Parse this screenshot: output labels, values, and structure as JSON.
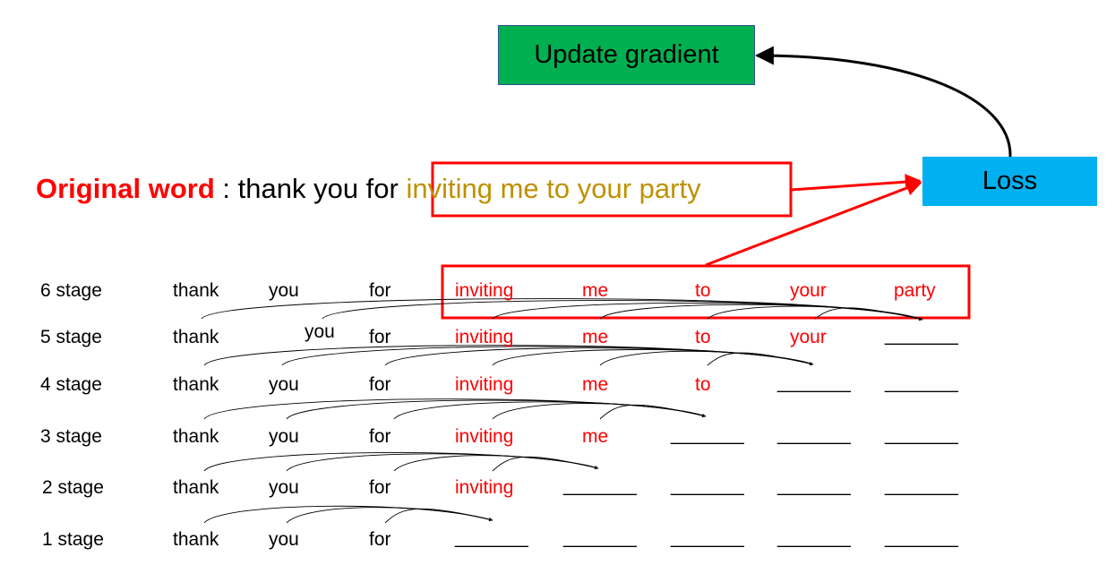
{
  "update_box": {
    "label": "Update gradient",
    "color": "#00b050"
  },
  "loss_box": {
    "label": "Loss",
    "color": "#00b0f0"
  },
  "original": {
    "label": "Original word",
    "separator": " : ",
    "plain": "thank you for ",
    "highlight": "inviting me to your party"
  },
  "colors": {
    "label_red": "#ff0000",
    "highlight_gold": "#bf9000",
    "box_outline_red": "#ff0000"
  },
  "stages": [
    {
      "label": "6 stage",
      "tokens": [
        "thank",
        "you",
        "for",
        "inviting",
        "me",
        "to",
        "your",
        "party"
      ]
    },
    {
      "label": "5 stage",
      "tokens": [
        "thank",
        "you",
        "for",
        "inviting",
        "me",
        "to",
        "your",
        "_______"
      ]
    },
    {
      "label": "4 stage",
      "tokens": [
        "thank",
        "you",
        "for",
        "inviting",
        "me",
        "to",
        "_______",
        "_______"
      ]
    },
    {
      "label": "3 stage",
      "tokens": [
        "thank",
        "you",
        "for",
        "inviting",
        "me",
        "_______",
        "_______",
        "_______"
      ]
    },
    {
      "label": "2 stage",
      "tokens": [
        "thank",
        "you",
        "for",
        "inviting",
        "_______",
        "_______",
        "_______",
        "_______"
      ]
    },
    {
      "label": "1 stage",
      "tokens": [
        "thank",
        "you",
        "for",
        "_______",
        "_______",
        "_______",
        "_______",
        "_______"
      ]
    }
  ]
}
